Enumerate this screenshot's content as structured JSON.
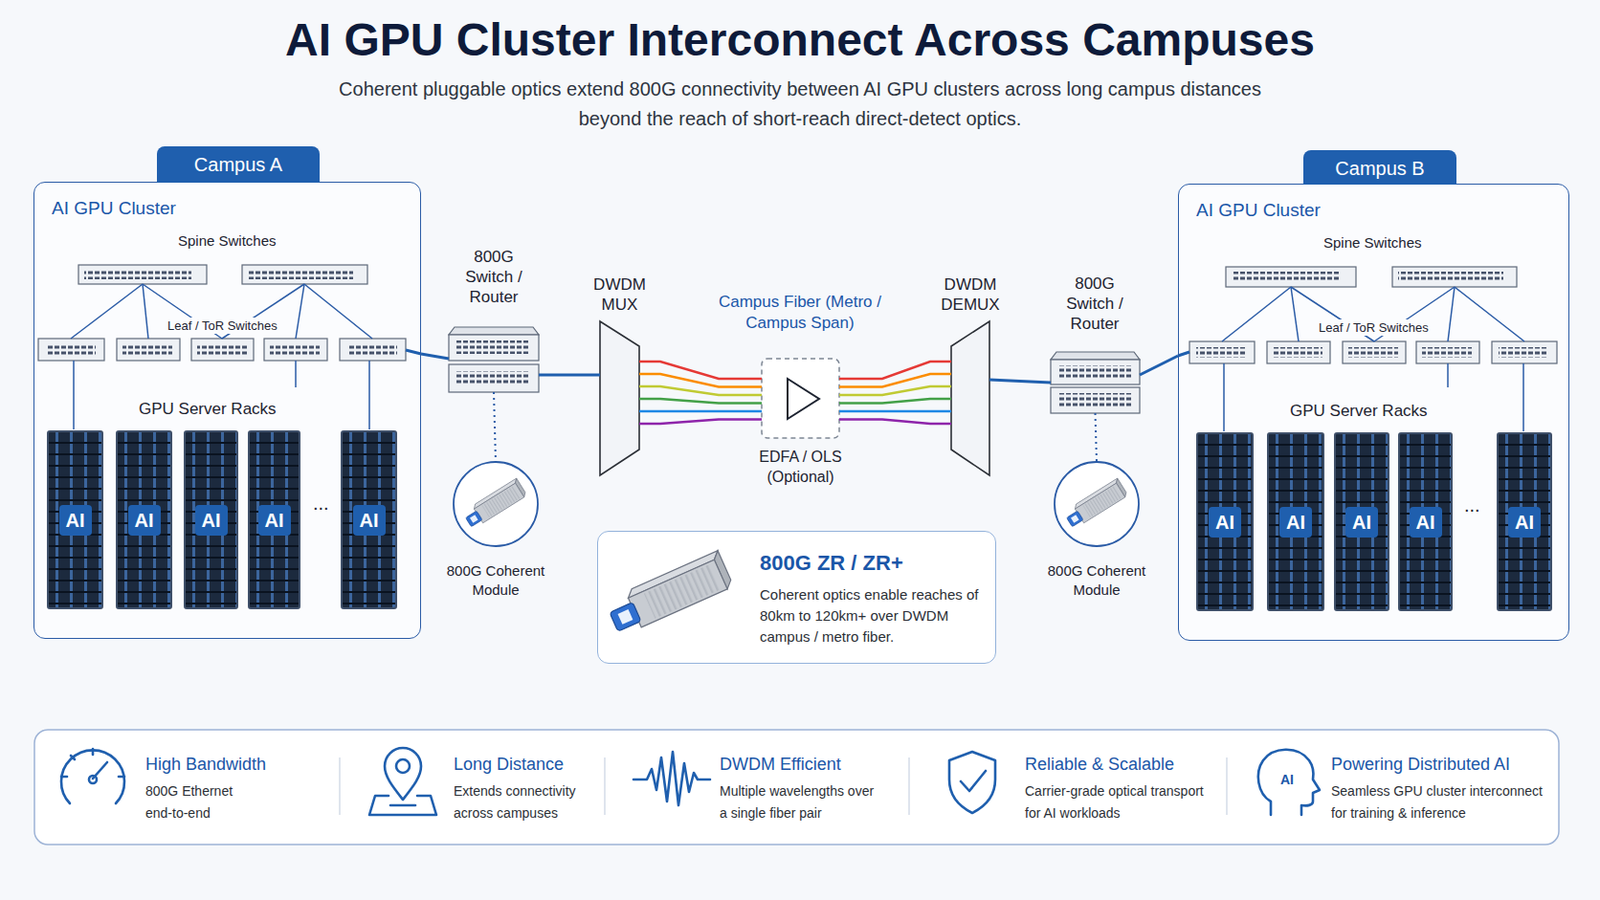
{
  "diagram": {
    "title": "AI GPU Cluster Interconnect Across Campuses",
    "caption": "Coherent pluggable optics extend 800G connectivity between AI GPU clusters across long campus distances beyond the reach of short-reach direct-detect optics.",
    "nodes": [
      {
        "text": [
          "Campus A",
          "AI GPU Cluster"
        ]
      },
      {
        "text": [
          "AI"
        ],
        "in": 0
      },
      {
        "text": [
          "AI"
        ],
        "in": 0
      },
      {
        "text": [
          "AI"
        ],
        "in": 0
      },
      {
        "text": [
          "AI"
        ],
        "in": 0
      },
      {
        "text": [
          "AI"
        ],
        "in": 0
      },
      {
        "text": [
          "800G Switch / Router"
        ]
      },
      {
        "text": [
          "DWDM MUX"
        ]
      },
      {
        "text": [
          "EDFA / OLS (Optional)"
        ]
      },
      {
        "text": [
          "DWDM DEMUX"
        ]
      },
      {
        "text": [
          "800G Switch / Router"
        ]
      },
      {
        "text": [
          "Campus B",
          "AI GPU Cluster"
        ]
      },
      {
        "text": [
          "AI"
        ],
        "in": 11
      },
      {
        "text": [
          "AI"
        ],
        "in": 11
      },
      {
        "text": [
          "AI"
        ],
        "in": 11
      },
      {
        "text": [
          "AI"
        ],
        "in": 11
      },
      {
        "text": [
          "AI"
        ],
        "in": 11
      },
      {
        "text": [
          "800G Coherent Module"
        ]
      },
      {
        "text": [
          "800G Coherent Module"
        ]
      },
      {
        "text": [
          "800G ZR / ZR+",
          "Coherent optics enable reaches of 80km to 120km+ over DWDM campus / metro fiber."
        ]
      },
      {
        "text": [
          "High Bandwidth",
          "800G Ethernet end-to-end"
        ]
      },
      {
        "text": [
          "Long Distance",
          "Extends connectivity across campuses"
        ]
      },
      {
        "text": [
          "DWDM Efficient",
          "Multiple wavelengths over a single fiber pair"
        ]
      },
      {
        "text": [
          "Reliable & Scalable",
          "Carrier-grade optical transport for AI workloads"
        ]
      },
      {
        "text": [
          "Powering Distributed AI",
          "Seamless GPU cluster interconnect for training & inference"
        ]
      }
    ],
    "edges": [
      {
        "from": 0,
        "to": 6,
        "arrow": "none"
      },
      {
        "from": 6,
        "to": 7,
        "arrow": "none"
      },
      {
        "from": 6,
        "to": 17,
        "arrow": "none"
      },
      {
        "from": 7,
        "to": 8,
        "arrow": "none"
      },
      {
        "from": 8,
        "to": 9,
        "arrow": "none"
      },
      {
        "from": 9,
        "to": 10,
        "arrow": "none"
      },
      {
        "from": 10,
        "to": 11,
        "arrow": "none"
      },
      {
        "from": 10,
        "to": 18,
        "arrow": "none"
      }
    ],
    "labels": [
      "Spine Switches",
      "Leaf / ToR Switches",
      "GPU Server Racks",
      "...",
      "Campus Fiber (Metro / Campus Span)",
      "Spine Switches",
      "Leaf / ToR Switches",
      "GPU Server Racks",
      "...",
      "AI"
    ]
  }
}
